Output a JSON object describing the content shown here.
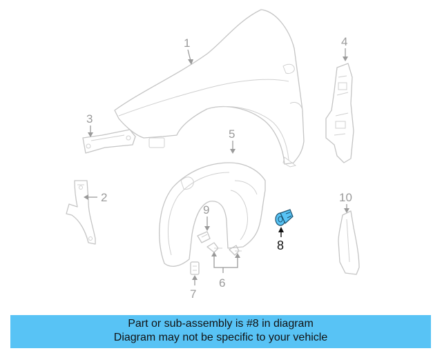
{
  "diagram": {
    "callouts": {
      "c1": "1",
      "c2": "2",
      "c3": "3",
      "c4": "4",
      "c5": "5",
      "c6": "6",
      "c7": "7",
      "c8": "8",
      "c9": "9",
      "c10": "10"
    },
    "highlighted_part": "8",
    "highlight_color": "#58c3f5"
  },
  "banner": {
    "line1": "Part or sub-assembly is #8 in diagram",
    "line2": "Diagram may not be specific to your vehicle",
    "background": "#58c3f5"
  }
}
